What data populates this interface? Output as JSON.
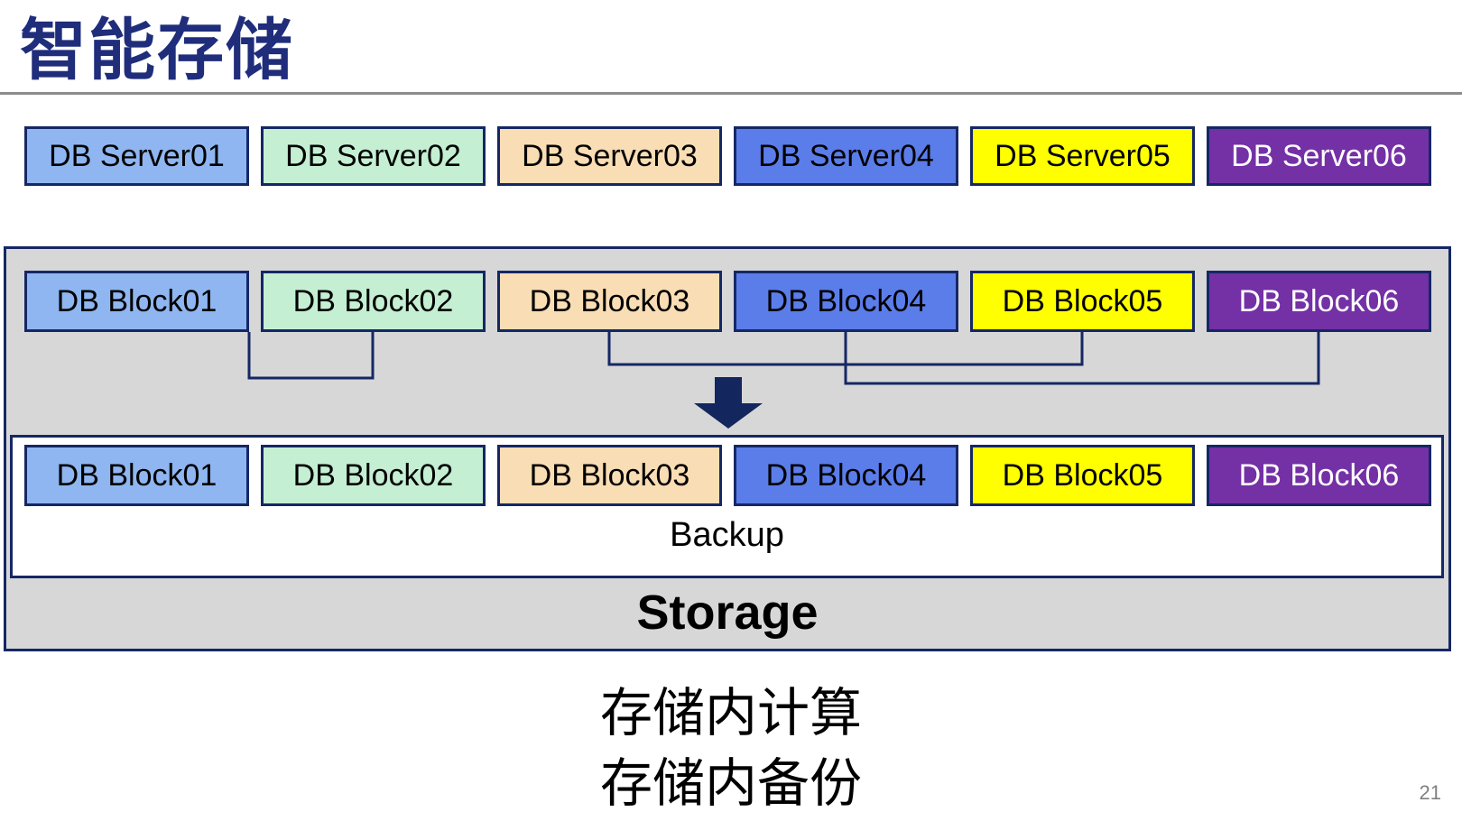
{
  "slide": {
    "title": "智能存储",
    "page_number": "21",
    "caption_line1": "存储内计算",
    "caption_line2": "存储内备份"
  },
  "servers": [
    {
      "label": "DB Server01",
      "fill": "#8FB6F0",
      "text_color": "#000000"
    },
    {
      "label": "DB Server02",
      "fill": "#C4EFD3",
      "text_color": "#000000"
    },
    {
      "label": "DB Server03",
      "fill": "#F9DDB4",
      "text_color": "#000000"
    },
    {
      "label": "DB Server04",
      "fill": "#5B7DE9",
      "text_color": "#000000"
    },
    {
      "label": "DB Server05",
      "fill": "#FFFF00",
      "text_color": "#000000"
    },
    {
      "label": "DB Server06",
      "fill": "#7430A5",
      "text_color": "#FFFFFF"
    }
  ],
  "blocks": [
    {
      "label": "DB Block01",
      "fill": "#8FB6F0",
      "text_color": "#000000"
    },
    {
      "label": "DB Block02",
      "fill": "#C4EFD3",
      "text_color": "#000000"
    },
    {
      "label": "DB Block03",
      "fill": "#F9DDB4",
      "text_color": "#000000"
    },
    {
      "label": "DB Block04",
      "fill": "#5B7DE9",
      "text_color": "#000000"
    },
    {
      "label": "DB Block05",
      "fill": "#FFFF00",
      "text_color": "#000000"
    },
    {
      "label": "DB Block06",
      "fill": "#7430A5",
      "text_color": "#FFFFFF"
    }
  ],
  "storage": {
    "backup_label": "Backup",
    "storage_label": "Storage"
  },
  "colors": {
    "title_navy": "#1F2D7B",
    "border_navy": "#152765",
    "arrow_navy": "#13265E",
    "container_gray": "#D7D7D7",
    "divider_gray": "#8C8C8C",
    "page_number_gray": "#808080"
  }
}
